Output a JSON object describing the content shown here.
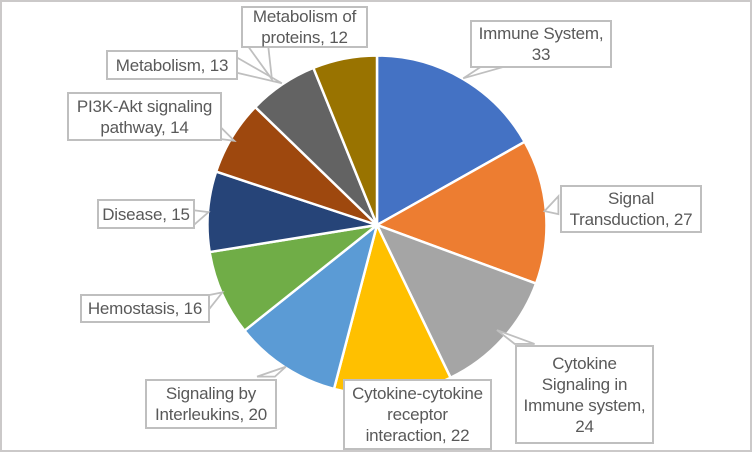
{
  "chart": {
    "background_color": "#FFFFFF",
    "frame_border_color": "#CBC9C9",
    "slice_border_color": "#FFFFFF",
    "callout_border_color": "#BFBFBF",
    "callout_fill_color": "#FFFFFF",
    "callout_text_color": "#595959"
  },
  "chart_data": {
    "type": "pie",
    "title": "",
    "legend": "none",
    "start_angle_deg": 0,
    "direction": "clockwise",
    "total": 196,
    "label_format": "{category}, {value}",
    "categories": [
      "Immune System",
      "Signal Transduction",
      "Cytokine Signaling in Immune system",
      "Cytokine-cytokine receptor interaction",
      "Signaling by Interleukins",
      "Hemostasis",
      "Disease",
      "PI3K-Akt signaling pathway",
      "Metabolism",
      "Metabolism of proteins"
    ],
    "values": [
      33,
      27,
      24,
      22,
      20,
      16,
      15,
      14,
      13,
      12
    ],
    "colors": [
      "#4472C4",
      "#ED7D31",
      "#A5A5A5",
      "#FFC000",
      "#5B9BD5",
      "#70AD47",
      "#264478",
      "#9E480E",
      "#636363",
      "#997300"
    ]
  },
  "callouts": [
    {
      "label": "Immune System, 33",
      "lines": [
        "Immune System,",
        "33"
      ]
    },
    {
      "label": "Signal Transduction, 27",
      "lines": [
        "Signal",
        "Transduction, 27"
      ]
    },
    {
      "label": "Cytokine Signaling in Immune system, 24",
      "lines": [
        "Cytokine",
        "Signaling in",
        "Immune system,",
        "24"
      ]
    },
    {
      "label": "Cytokine-cytokine receptor interaction, 22",
      "lines": [
        "Cytokine-cytokine",
        "receptor",
        "interaction, 22"
      ]
    },
    {
      "label": "Signaling by Interleukins, 20",
      "lines": [
        "Signaling by",
        "Interleukins, 20"
      ]
    },
    {
      "label": "Hemostasis, 16",
      "lines": [
        "Hemostasis, 16"
      ]
    },
    {
      "label": "Disease, 15",
      "lines": [
        "Disease, 15"
      ]
    },
    {
      "label": "PI3K-Akt signaling pathway, 14",
      "lines": [
        "PI3K-Akt signaling",
        "pathway, 14"
      ]
    },
    {
      "label": "Metabolism, 13",
      "lines": [
        "Metabolism, 13"
      ]
    },
    {
      "label": "Metabolism of proteins, 12",
      "lines": [
        "Metabolism of",
        "proteins, 12"
      ]
    }
  ]
}
